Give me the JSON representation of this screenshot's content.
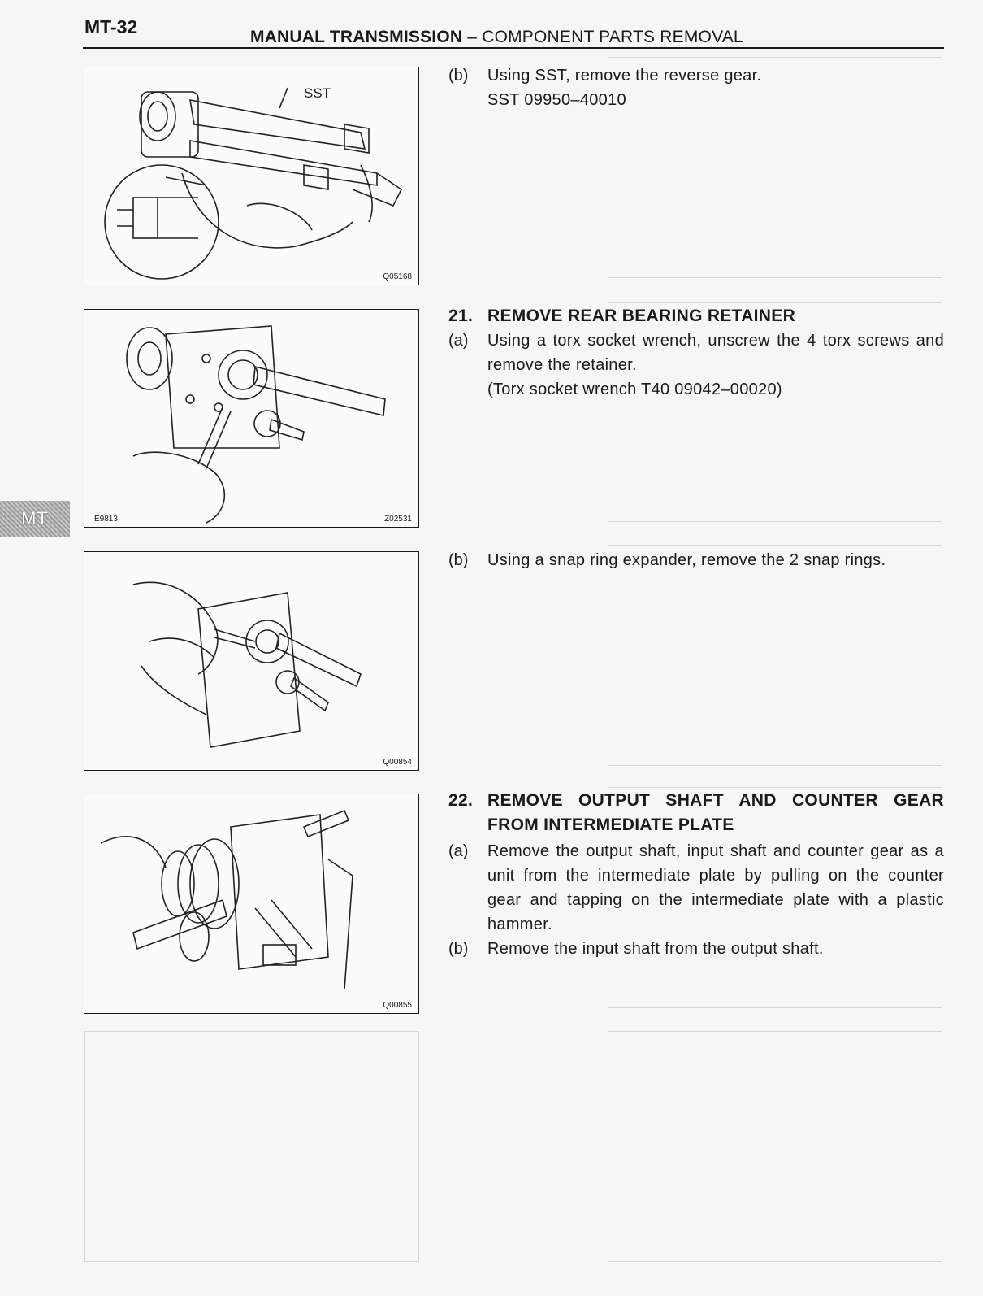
{
  "header": {
    "page_number": "MT-32",
    "section_bold": "MANUAL TRANSMISSION",
    "section_rest": " – COMPONENT PARTS REMOVAL"
  },
  "side_tab": "MT",
  "figures": [
    {
      "code": "Q05168",
      "label": "SST"
    },
    {
      "code": "Z02531",
      "left_code": "E9813"
    },
    {
      "code": "Q00854"
    },
    {
      "code": "Q00855"
    }
  ],
  "steps": {
    "reverse_gear": {
      "b_label": "(b)",
      "b_text": "Using SST, remove the reverse gear.",
      "b_sst": "SST 09950–40010"
    },
    "step21": {
      "number": "21.",
      "title": "REMOVE REAR BEARING RETAINER",
      "a_label": "(a)",
      "a_text": "Using a torx socket wrench, unscrew the 4 torx screws and remove the retainer.",
      "a_note": "(Torx socket wrench T40 09042–00020)",
      "b_label": "(b)",
      "b_text": "Using a snap ring expander, remove the 2 snap rings."
    },
    "step22": {
      "number": "22.",
      "title": "REMOVE OUTPUT SHAFT AND COUNTER GEAR FROM INTERMEDIATE PLATE",
      "a_label": "(a)",
      "a_text": "Remove the output shaft, input shaft and counter gear as a unit from the intermediate plate by pulling on the counter gear and tapping on the intermediate plate with a plastic hammer.",
      "b_label": "(b)",
      "b_text": "Remove the input shaft from the output shaft."
    }
  }
}
